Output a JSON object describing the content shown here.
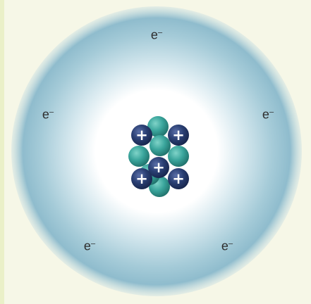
{
  "diagram": {
    "electron_symbol": "e",
    "electron_charge": "–",
    "electrons": [
      {
        "label": "e–"
      },
      {
        "label": "e–"
      },
      {
        "label": "e–"
      },
      {
        "label": "e–"
      },
      {
        "label": "e–"
      }
    ],
    "nucleus": {
      "protons": [
        {
          "sign": "+"
        },
        {
          "sign": "+"
        },
        {
          "sign": "+"
        },
        {
          "sign": "+"
        },
        {
          "sign": "+"
        }
      ],
      "neutron_count": 6
    },
    "colors": {
      "background": "#f6f7e7",
      "cloud": "#8fbccd",
      "proton": "#2a3f73",
      "neutron": "#3aa59c",
      "label": "#2e2e2e"
    }
  }
}
